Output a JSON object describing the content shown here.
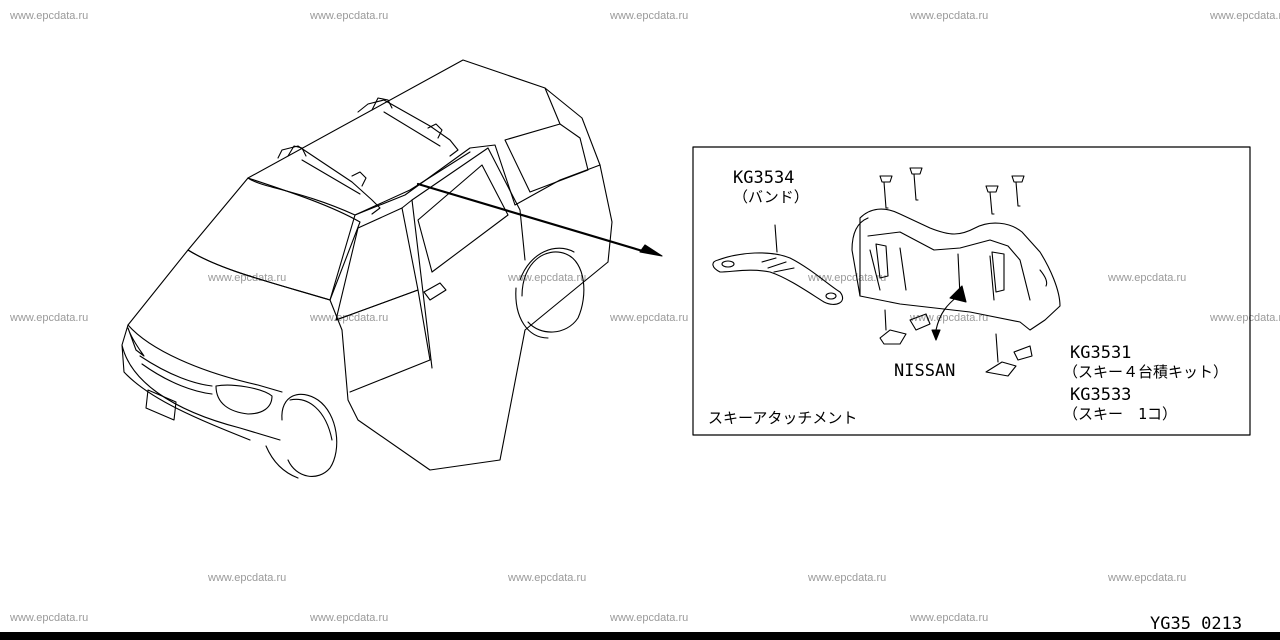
{
  "watermark": "www.epcdata.ru",
  "labels": {
    "band_part": "KG3534",
    "band_name": "（バンド）",
    "kit4_part": "KG3531",
    "kit4_name": "（スキー４台積キット）",
    "kit1_part": "KG3533",
    "kit1_name": "（スキー　1コ）",
    "brand": "NISSAN",
    "caption": "スキーアタッチメント"
  },
  "page_code": "YG35 0213",
  "colors": {
    "line": "#000000",
    "watermark": "#9a9a9a",
    "background": "#ffffff"
  }
}
